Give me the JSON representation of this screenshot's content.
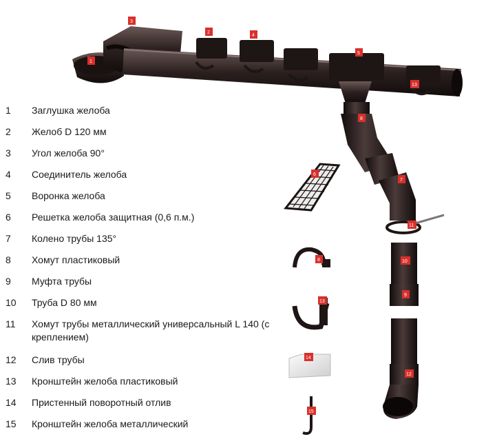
{
  "legend": [
    {
      "num": "1",
      "label": "Заглушка желоба"
    },
    {
      "num": "2",
      "label": "Желоб D 120 мм"
    },
    {
      "num": "3",
      "label": "Угол желоба 90°"
    },
    {
      "num": "4",
      "label": "Соединитель желоба"
    },
    {
      "num": "5",
      "label": "Воронка желоба"
    },
    {
      "num": "6",
      "label": "Решетка желоба защитная (0,6 п.м.)"
    },
    {
      "num": "7",
      "label": "Колено трубы 135°"
    },
    {
      "num": "8",
      "label": "Хомут пластиковый"
    },
    {
      "num": "9",
      "label": "Муфта трубы"
    },
    {
      "num": "10",
      "label": "Труба D 80 мм"
    },
    {
      "num": "11",
      "label": "Хомут трубы металлический универсальный L 140 (с креплением)"
    },
    {
      "num": "12",
      "label": "Слив трубы"
    },
    {
      "num": "13",
      "label": "Кронштейн желоба пластиковый"
    },
    {
      "num": "14",
      "label": "Пристенный поворотный отлив"
    },
    {
      "num": "15",
      "label": "Кронштейн желоба металлический"
    }
  ],
  "tags": {
    "t1": "1",
    "t2": "2",
    "t3": "3",
    "t4": "4",
    "t5": "5",
    "t6": "6",
    "t7": "7",
    "t8a": "8",
    "t8b": "8",
    "t9": "9",
    "t10": "10",
    "t11": "11",
    "t12": "12",
    "t13a": "13",
    "t13b": "13",
    "t14": "14",
    "t15": "15"
  },
  "colors": {
    "part": "#2a1f1e",
    "part_highlight": "#5a4a48",
    "tag": "#d9302c"
  }
}
